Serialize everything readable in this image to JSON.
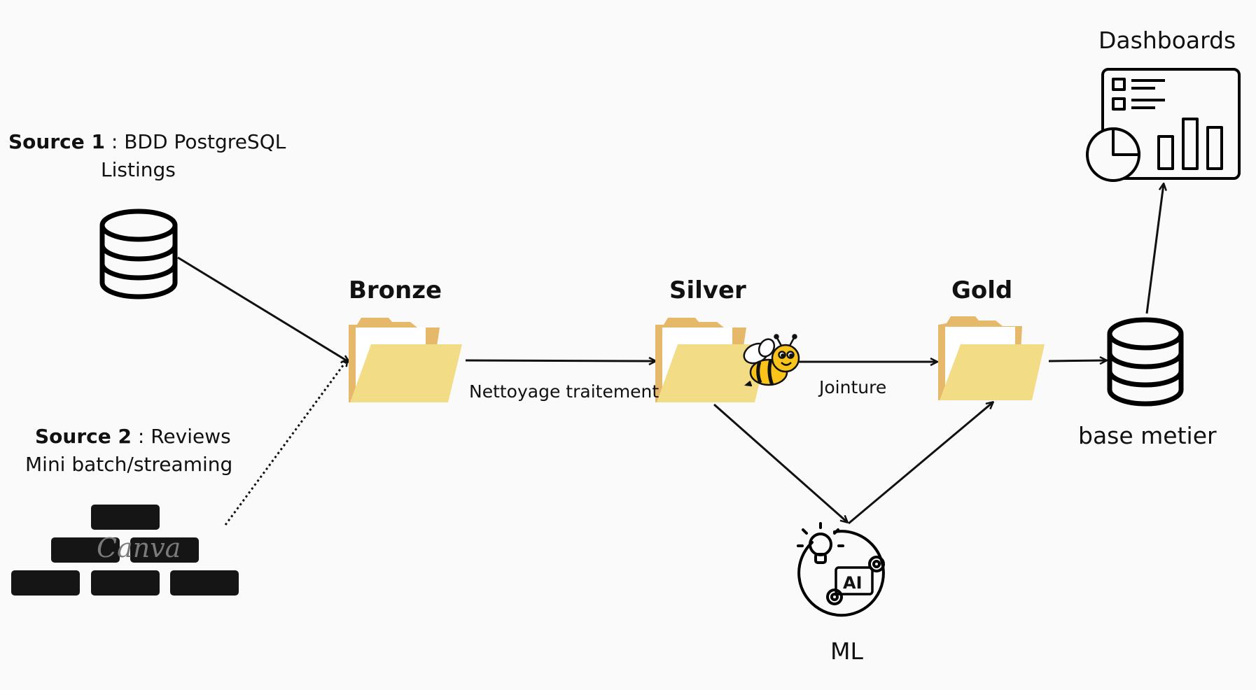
{
  "sources": {
    "source1": {
      "name": "Source 1",
      "description": " : BDD PostgreSQL",
      "sub": "Listings"
    },
    "source2": {
      "name": "Source 2",
      "description": " : Reviews",
      "sub": "Mini batch/streaming"
    }
  },
  "layers": {
    "bronze": "Bronze",
    "silver": "Silver",
    "gold": "Gold"
  },
  "edges": {
    "bronze_to_silver": "Nettoyage traitement",
    "silver_to_gold": "Jointure"
  },
  "outputs": {
    "base": "base metier",
    "dashboards": "Dashboards",
    "ml": "ML",
    "ml_badge": "AI"
  },
  "watermark": "Canva",
  "colors": {
    "background": "#fafafa",
    "folder_front": "#f2dc85",
    "folder_back": "#e6b86a",
    "paper": "#ffffff",
    "stroke": "#111111",
    "bee_yellow": "#f9c31a"
  },
  "icons": {
    "source1": "database-icon",
    "source2": "streaming-bricks-icon",
    "layers": "folder-icon",
    "mascot": "bee-icon",
    "base": "database-icon",
    "dashboards": "dashboard-icon",
    "ml": "ai-ml-icon"
  }
}
